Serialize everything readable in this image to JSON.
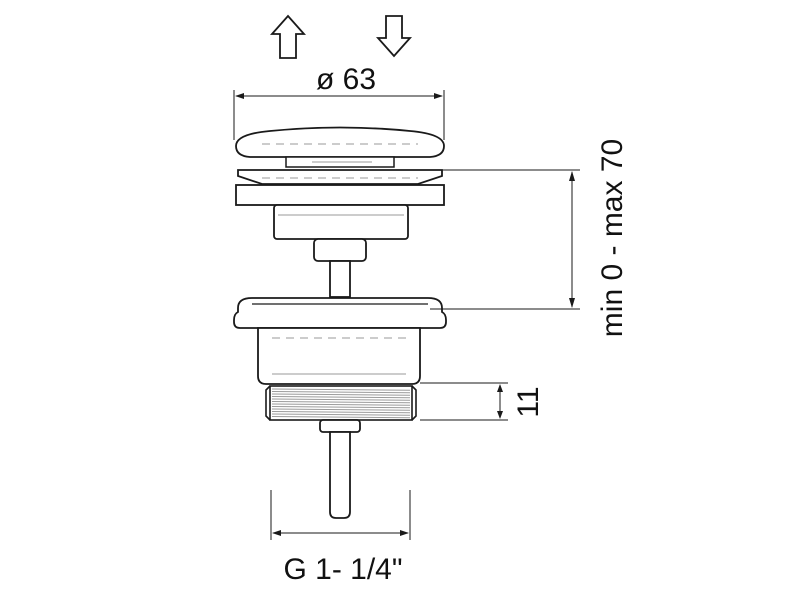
{
  "dimensions": {
    "diameter": "ø 63",
    "height_range": "min 0 - max 70",
    "thread_height": "11",
    "thread_size": "G 1- 1/4\""
  },
  "symbols": {
    "up": "arrow-up-icon",
    "down": "arrow-down-icon"
  },
  "colors": {
    "line": "#1a1a1a",
    "hatch": "#9a9a9a",
    "background": "#ffffff"
  }
}
